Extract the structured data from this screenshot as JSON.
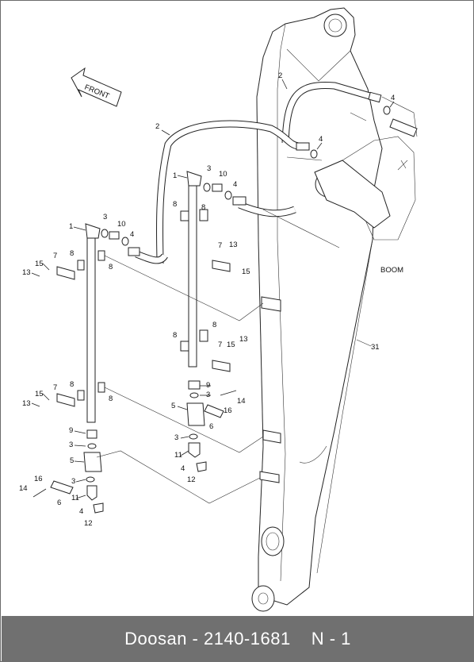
{
  "diagram": {
    "direction_label": "FRONT",
    "boom_label": "BOOM",
    "callouts": {
      "c31": "31",
      "left_1": "1",
      "left_3a": "3",
      "left_10": "10",
      "left_4a": "4",
      "left_15a": "15",
      "left_7a": "7",
      "left_8a": "8",
      "left_13a": "13",
      "left_8b": "8",
      "left_15b": "15",
      "left_7b": "7",
      "left_8c": "8",
      "left_13b": "13",
      "left_8d": "8",
      "left_9": "9",
      "left_3b": "3",
      "left_5": "5",
      "left_3c": "3",
      "left_16": "16",
      "left_14": "14",
      "left_6": "6",
      "left_11": "11",
      "left_4b": "4",
      "left_12": "12",
      "mid_2": "2",
      "mid_1": "1",
      "mid_3": "3",
      "mid_10": "10",
      "mid_4": "4",
      "mid_8a": "8",
      "mid_8b": "8",
      "mid_7a": "7",
      "mid_13a": "13",
      "mid_15a": "15",
      "mid_8c": "8",
      "mid_8d": "8",
      "mid_7b": "7",
      "mid_15b": "15",
      "mid_13b": "13",
      "mid_9": "9",
      "mid_3b": "3",
      "mid_14": "14",
      "mid_5": "5",
      "mid_16": "16",
      "mid_6": "6",
      "mid_3c": "3",
      "mid_11": "11",
      "mid_4b": "4",
      "mid_12": "12",
      "top_2": "2",
      "top_4a": "4",
      "top_4b": "4"
    }
  },
  "footer": {
    "brand_part": "Doosan - 2140-1681",
    "page": "N - 1"
  }
}
